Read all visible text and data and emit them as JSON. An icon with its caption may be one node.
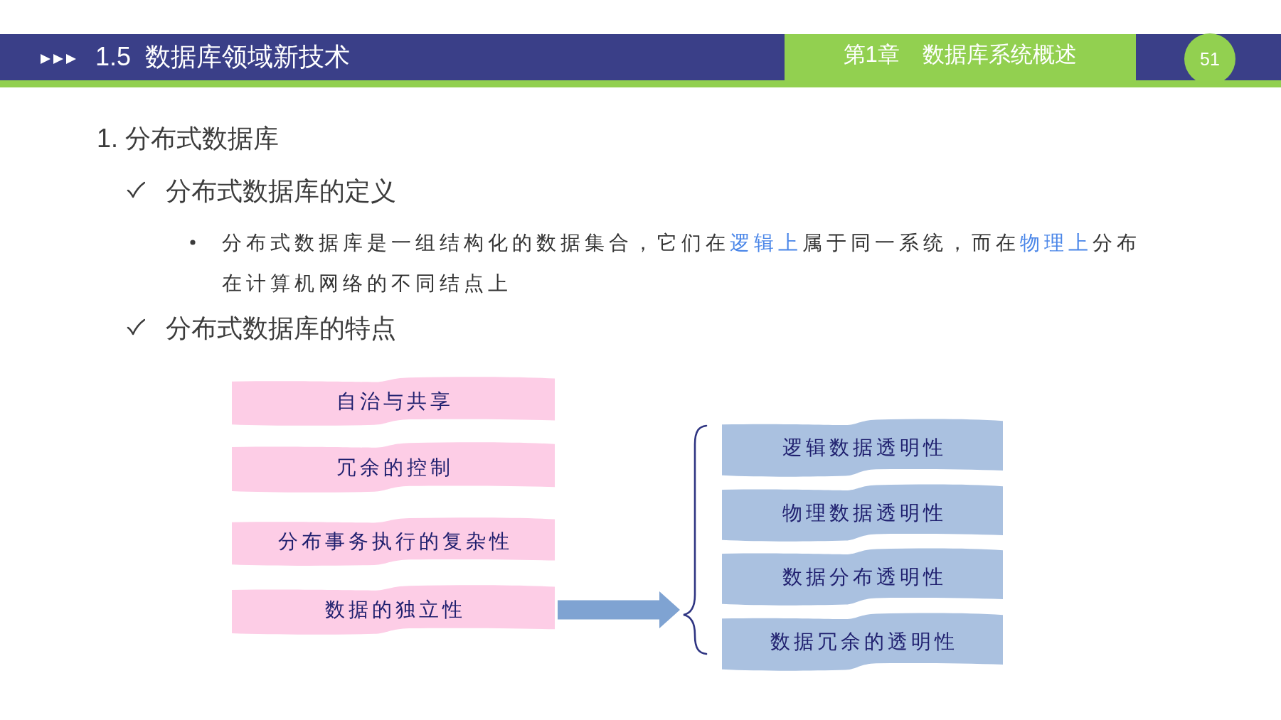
{
  "diagram": {
    "title": "1.5 数据库领域新技术",
    "nodes": [
      {
        "text": [
          "自治与共享"
        ]
      },
      {
        "text": [
          "冗余的控制"
        ]
      },
      {
        "text": [
          "分布事务执行的复杂性"
        ]
      },
      {
        "text": [
          "数据的独立性"
        ]
      },
      {
        "text": [],
        "shape": "brace"
      },
      {
        "text": [
          "逻辑数据透明性"
        ]
      },
      {
        "text": [
          "物理数据透明性"
        ]
      },
      {
        "text": [
          "数据分布透明性"
        ]
      },
      {
        "text": [
          "数据冗余的透明性"
        ]
      }
    ],
    "edges": [
      {
        "from": 3,
        "to": 4,
        "arrow": "to"
      }
    ],
    "labels": [
      "第1章 数据库系统概述",
      "51",
      "1. 分布式数据库",
      "分布式数据库的定义",
      "分布式数据库是一组结构化的数据集合，它们在**逻辑上**属于同一系统，而在**物理上**分布在计算机网络的不同结点上",
      "分布式数据库的特点"
    ]
  }
}
